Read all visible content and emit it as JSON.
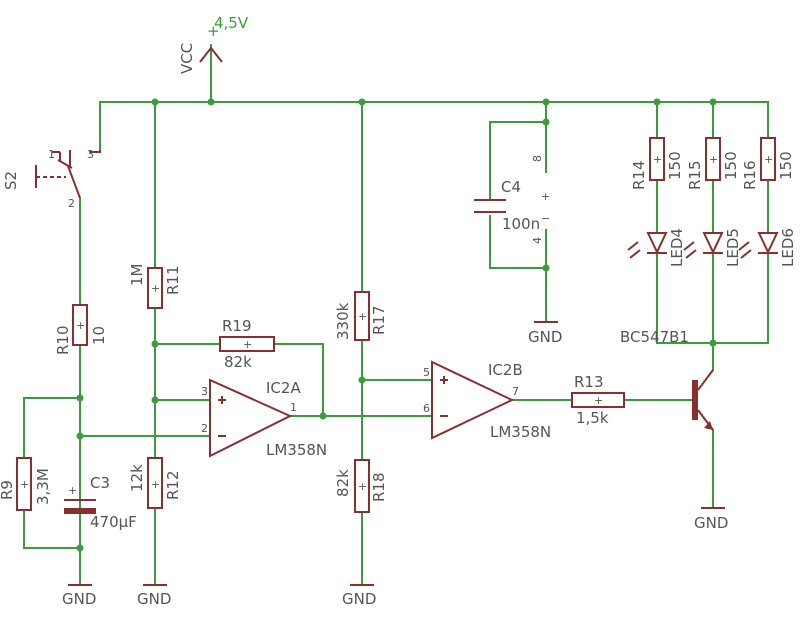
{
  "supply": {
    "name": "VCC",
    "voltage": "4,5V",
    "plus": "+"
  },
  "ground": "GND",
  "switch": {
    "name": "S2",
    "pin1": "1",
    "pin2": "2",
    "pin3": "3"
  },
  "resistors": {
    "r9": {
      "name": "R9",
      "value": "3,3M"
    },
    "r10": {
      "name": "R10",
      "value": "10"
    },
    "r11": {
      "name": "R11",
      "value": "1M"
    },
    "r12": {
      "name": "R12",
      "value": "12k"
    },
    "r13": {
      "name": "R13",
      "value": "1,5k"
    },
    "r14": {
      "name": "R14",
      "value": "150"
    },
    "r15": {
      "name": "R15",
      "value": "150"
    },
    "r16": {
      "name": "R16",
      "value": "150"
    },
    "r17": {
      "name": "R17",
      "value": "330k"
    },
    "r18": {
      "name": "R18",
      "value": "82k"
    },
    "r19": {
      "name": "R19",
      "value": "82k"
    }
  },
  "capacitors": {
    "c3": {
      "name": "C3",
      "value": "470µF",
      "plus": "+"
    },
    "c4": {
      "name": "C4",
      "value": "100n"
    }
  },
  "opamps": {
    "ic2a": {
      "name": "IC2A",
      "part": "LM358N",
      "pin_plus": "3",
      "pin_minus": "2",
      "pin_out": "1"
    },
    "ic2b": {
      "name": "IC2B",
      "part": "LM358N",
      "pin_plus": "5",
      "pin_minus": "6",
      "pin_out": "7"
    }
  },
  "supply_pins": {
    "vcc_pin": "8",
    "gnd_pin": "4",
    "sign_plus": "+",
    "sign_minus": "−"
  },
  "leds": [
    "LED4",
    "LED5",
    "LED6"
  ],
  "transistor": {
    "name": "BC547B1"
  },
  "colors": {
    "wire": "#3a9c3a",
    "component": "#8a2f2f",
    "label": "#555555"
  }
}
